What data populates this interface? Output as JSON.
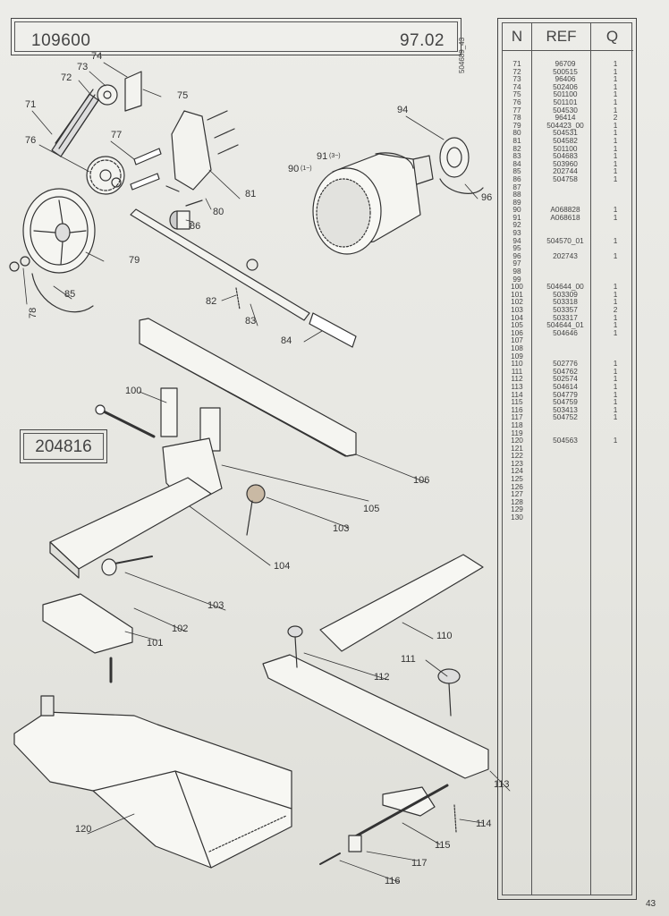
{
  "header": {
    "code": "109600",
    "date": "97.02",
    "side_code": "504689_43"
  },
  "sub_ref": "204816",
  "page_number": "43",
  "table": {
    "headers": {
      "n": "N",
      "ref": "REF",
      "q": "Q"
    },
    "rows": [
      {
        "n": "71",
        "ref": "96709",
        "q": "1"
      },
      {
        "n": "72",
        "ref": "500515",
        "q": "1"
      },
      {
        "n": "73",
        "ref": "96406",
        "q": "1"
      },
      {
        "n": "74",
        "ref": "502406",
        "q": "1"
      },
      {
        "n": "75",
        "ref": "501100",
        "q": "1"
      },
      {
        "n": "76",
        "ref": "501101",
        "q": "1"
      },
      {
        "n": "77",
        "ref": "504530",
        "q": "1"
      },
      {
        "n": "78",
        "ref": "96414",
        "q": "2"
      },
      {
        "n": "79",
        "ref": "504423_00",
        "q": "1"
      },
      {
        "n": "80",
        "ref": "504531",
        "q": "1"
      },
      {
        "n": "81",
        "ref": "504582",
        "q": "1"
      },
      {
        "n": "82",
        "ref": "501100",
        "q": "1"
      },
      {
        "n": "83",
        "ref": "504683",
        "q": "1"
      },
      {
        "n": "84",
        "ref": "503960",
        "q": "1"
      },
      {
        "n": "85",
        "ref": "202744",
        "q": "1"
      },
      {
        "n": "86",
        "ref": "504758",
        "q": "1"
      },
      {
        "n": "87",
        "ref": "",
        "q": ""
      },
      {
        "n": "88",
        "ref": "",
        "q": ""
      },
      {
        "n": "89",
        "ref": "",
        "q": ""
      },
      {
        "n": "90",
        "ref": "A068828",
        "q": "1"
      },
      {
        "n": "91",
        "ref": "A068618",
        "q": "1"
      },
      {
        "n": "92",
        "ref": "",
        "q": ""
      },
      {
        "n": "93",
        "ref": "",
        "q": ""
      },
      {
        "n": "94",
        "ref": "504570_01",
        "q": "1"
      },
      {
        "n": "95",
        "ref": "",
        "q": ""
      },
      {
        "n": "96",
        "ref": "202743",
        "q": "1"
      },
      {
        "n": "97",
        "ref": "",
        "q": ""
      },
      {
        "n": "98",
        "ref": "",
        "q": ""
      },
      {
        "n": "99",
        "ref": "",
        "q": ""
      },
      {
        "n": "100",
        "ref": "504644_00",
        "q": "1"
      },
      {
        "n": "101",
        "ref": "503309",
        "q": "1"
      },
      {
        "n": "102",
        "ref": "503318",
        "q": "1"
      },
      {
        "n": "103",
        "ref": "503357",
        "q": "2"
      },
      {
        "n": "104",
        "ref": "503317",
        "q": "1"
      },
      {
        "n": "105",
        "ref": "504644_01",
        "q": "1"
      },
      {
        "n": "106",
        "ref": "504646",
        "q": "1"
      },
      {
        "n": "107",
        "ref": "",
        "q": ""
      },
      {
        "n": "108",
        "ref": "",
        "q": ""
      },
      {
        "n": "109",
        "ref": "",
        "q": ""
      },
      {
        "n": "110",
        "ref": "502776",
        "q": "1"
      },
      {
        "n": "111",
        "ref": "504762",
        "q": "1"
      },
      {
        "n": "112",
        "ref": "502574",
        "q": "1"
      },
      {
        "n": "113",
        "ref": "504614",
        "q": "1"
      },
      {
        "n": "114",
        "ref": "504779",
        "q": "1"
      },
      {
        "n": "115",
        "ref": "504759",
        "q": "1"
      },
      {
        "n": "116",
        "ref": "503413",
        "q": "1"
      },
      {
        "n": "117",
        "ref": "504752",
        "q": "1"
      },
      {
        "n": "118",
        "ref": "",
        "q": ""
      },
      {
        "n": "119",
        "ref": "",
        "q": ""
      },
      {
        "n": "120",
        "ref": "504563",
        "q": "1"
      },
      {
        "n": "121",
        "ref": "",
        "q": ""
      },
      {
        "n": "122",
        "ref": "",
        "q": ""
      },
      {
        "n": "123",
        "ref": "",
        "q": ""
      },
      {
        "n": "124",
        "ref": "",
        "q": ""
      },
      {
        "n": "125",
        "ref": "",
        "q": ""
      },
      {
        "n": "126",
        "ref": "",
        "q": ""
      },
      {
        "n": "127",
        "ref": "",
        "q": ""
      },
      {
        "n": "128",
        "ref": "",
        "q": ""
      },
      {
        "n": "129",
        "ref": "",
        "q": ""
      },
      {
        "n": "130",
        "ref": "",
        "q": ""
      }
    ]
  },
  "callouts": {
    "c71": "71",
    "c72": "72",
    "c73": "73",
    "c74": "74",
    "c75": "75",
    "c76": "76",
    "c77": "77",
    "c78": "78",
    "c79": "79",
    "c80": "80",
    "c81": "81",
    "c82": "82",
    "c83": "83",
    "c84": "84",
    "c85": "85",
    "c86": "86",
    "c90": "90",
    "c90s": "(1~)",
    "c91": "91",
    "c91s": "(3~)",
    "c94": "94",
    "c96": "96",
    "c100": "100",
    "c101": "101",
    "c102": "102",
    "c103a": "103",
    "c103b": "103",
    "c104": "104",
    "c105": "105",
    "c106": "106",
    "c110": "110",
    "c111": "111",
    "c112": "112",
    "c113": "113",
    "c114": "114",
    "c115": "115",
    "c116": "116",
    "c117": "117",
    "c120": "120"
  }
}
